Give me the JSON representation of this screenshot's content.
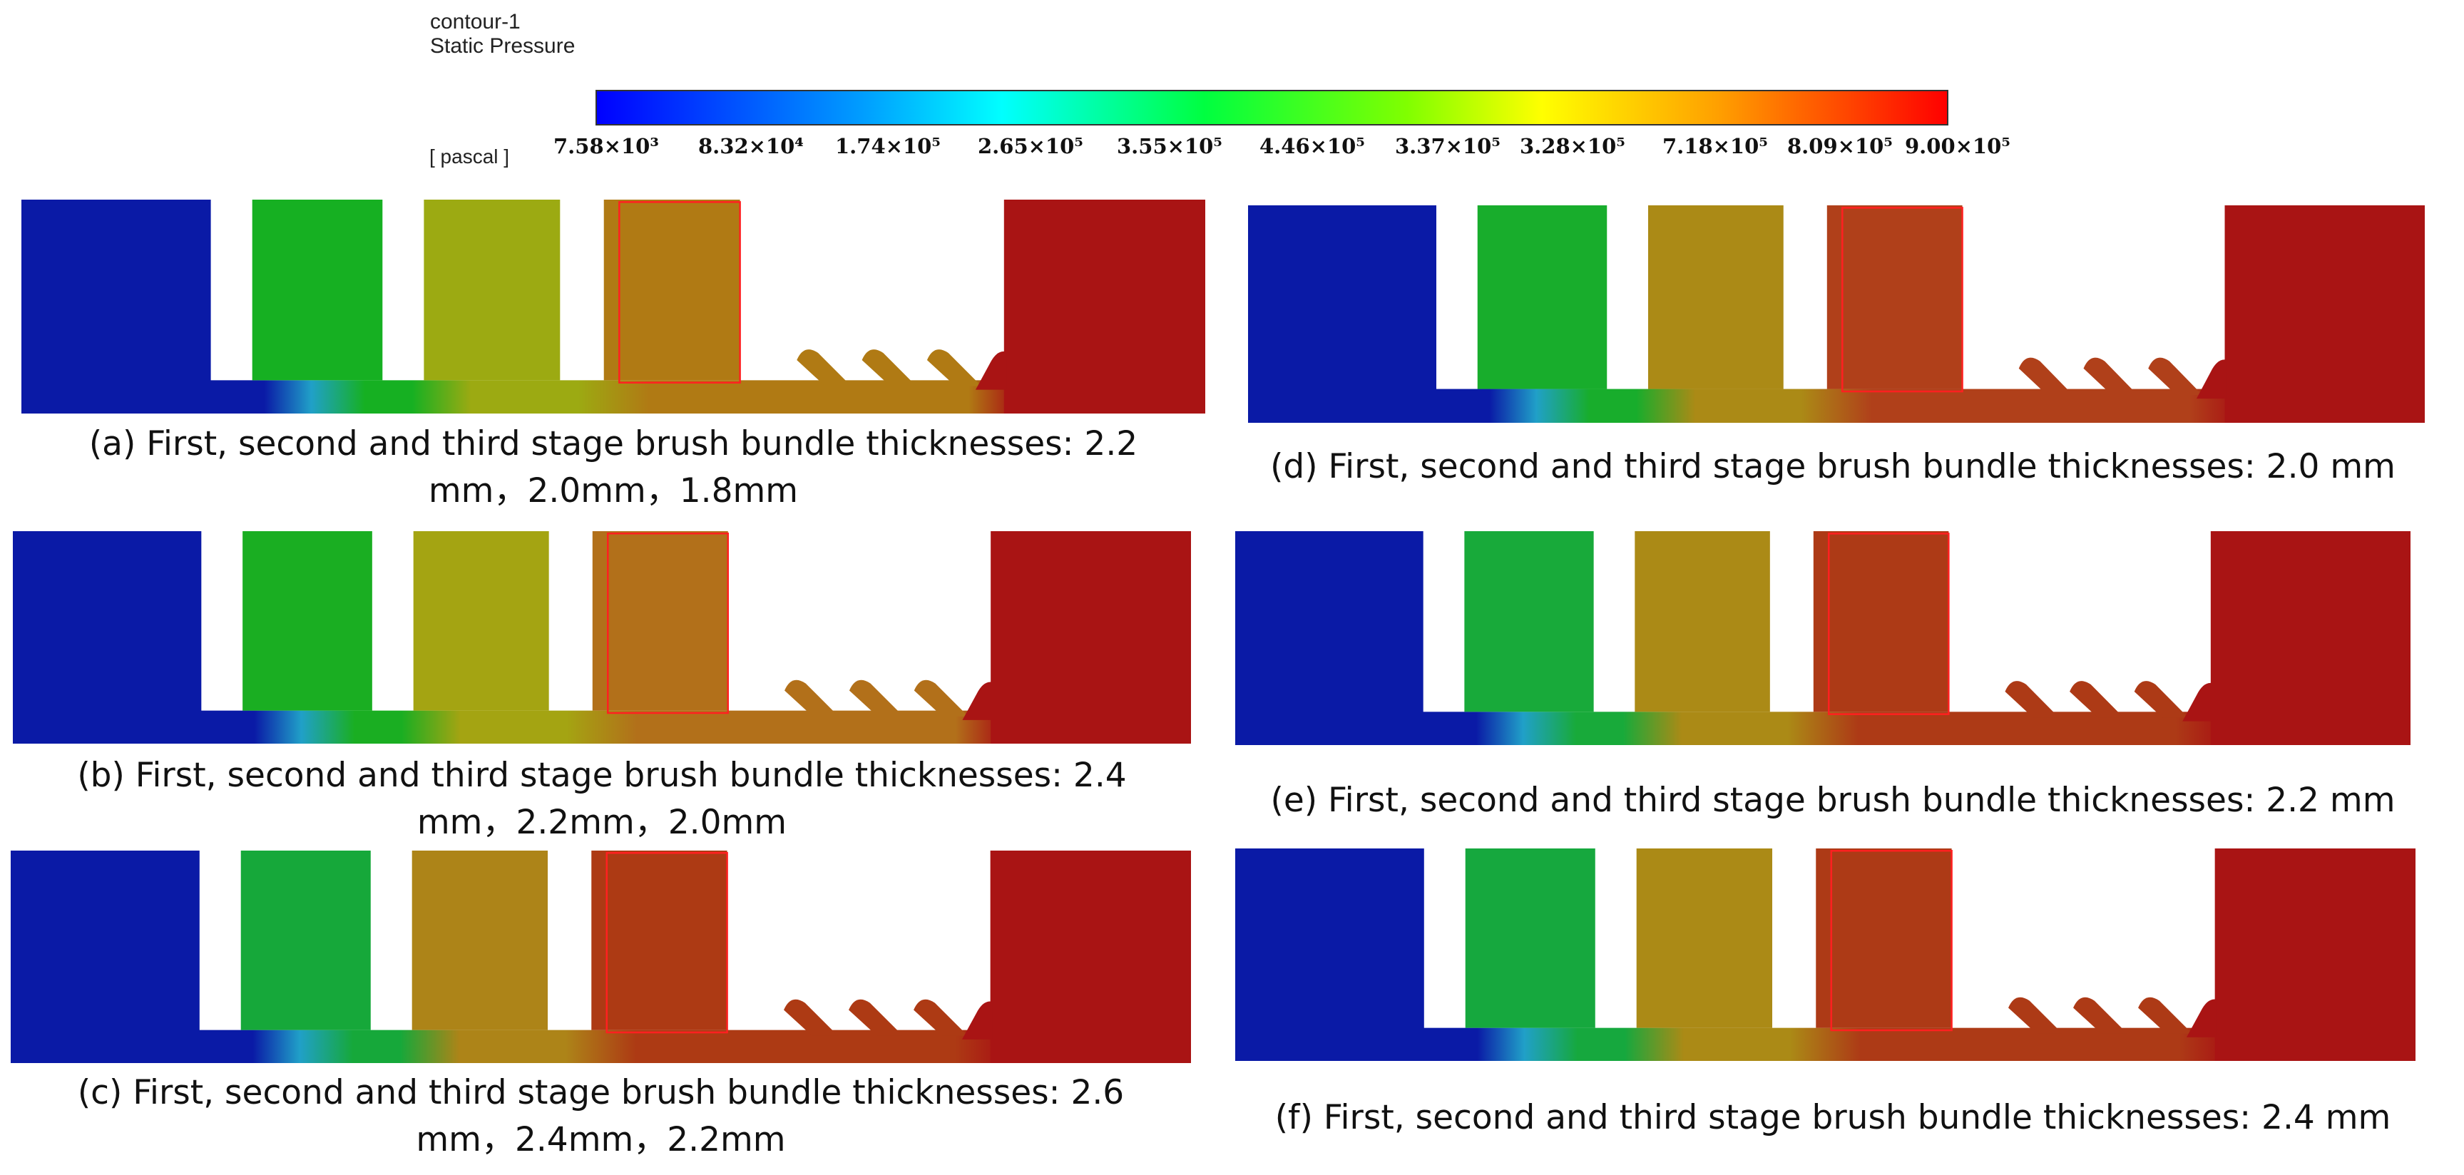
{
  "legend": {
    "line1": "contour-1",
    "line2": "Static Pressure",
    "unit": "[ pascal ]",
    "tick_labels": [
      "7.58×10³",
      "8.32×10⁴",
      "1.74×10⁵",
      "2.65×10⁵",
      "3.55×10⁵",
      "4.46×10⁵",
      "3.37×10⁵",
      "3.28×10⁵",
      "7.18×10⁵",
      "8.09×10⁵",
      "9.00×10⁵"
    ],
    "colormap": [
      "#0000ff",
      "#00a0ff",
      "#00ffff",
      "#00ff40",
      "#80ff00",
      "#ffff00",
      "#ffa000",
      "#ff0000"
    ]
  },
  "panels": [
    {
      "id": "a",
      "caption_line1": "(a) First, second and third stage brush bundle thicknesses: 2.2",
      "caption_line2": "mm，2.0mm，1.8mm",
      "colors": [
        "#0a1aa6",
        "#16b022",
        "#9caa12",
        "#b07a14",
        "#a91414"
      ]
    },
    {
      "id": "b",
      "caption_line1": "(b) First, second and third stage brush bundle thicknesses: 2.4",
      "caption_line2": "mm，2.2mm，2.0mm",
      "colors": [
        "#0a1aa6",
        "#1aae22",
        "#a4a412",
        "#b2701a",
        "#a91414"
      ]
    },
    {
      "id": "c",
      "caption_line1": "(c) First, second and third stage brush bundle thicknesses: 2.6",
      "caption_line2": "mm，2.4mm，2.2mm",
      "colors": [
        "#0a1aa6",
        "#16a83a",
        "#ad8418",
        "#ad3a14",
        "#a91414"
      ]
    },
    {
      "id": "d",
      "caption_line1": "(d) First, second and third stage brush bundle thicknesses: 2.0 mm",
      "caption_line2": "",
      "colors": [
        "#0a1aa6",
        "#18ad2c",
        "#ab8a16",
        "#b0401a",
        "#a91414"
      ]
    },
    {
      "id": "e",
      "caption_line1": "(e) First, second and third stage brush bundle thicknesses: 2.2 mm",
      "caption_line2": "",
      "colors": [
        "#0a1aa6",
        "#18aa3a",
        "#ab8a16",
        "#ad3a16",
        "#a91414"
      ]
    },
    {
      "id": "f",
      "caption_line1": "(f) First, second and third stage brush bundle thicknesses: 2.4 mm",
      "caption_line2": "",
      "colors": [
        "#0a1aa6",
        "#16a83e",
        "#ab8a16",
        "#ad3a16",
        "#a91414"
      ]
    }
  ],
  "highlight_color": "#ff2020"
}
